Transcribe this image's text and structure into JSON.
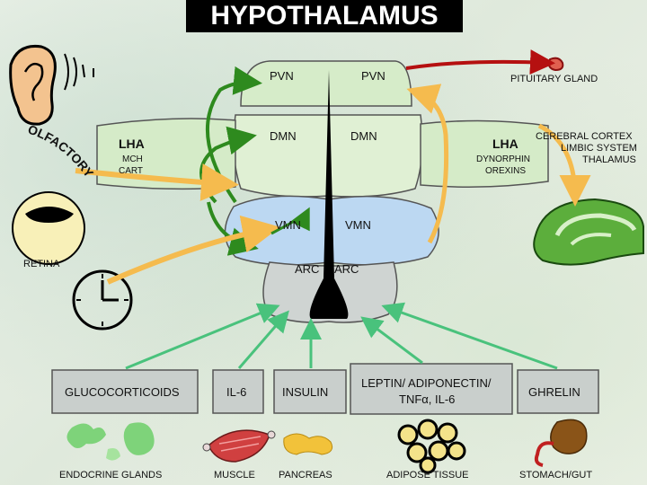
{
  "title": "HYPOTHALAMUS",
  "nuclei": {
    "pvn_left": "PVN",
    "pvn_right": "PVN",
    "dmn_left": "DMN",
    "dmn_right": "DMN",
    "vmn_left": "VMN",
    "vmn_right": "VMN",
    "arc_left": "ARC",
    "arc_right": "ARC"
  },
  "left_lha": {
    "title": "LHA",
    "line1": "MCH",
    "line2": "CART"
  },
  "right_lha": {
    "title": "LHA",
    "line1": "DYNORPHIN",
    "line2": "OREXINS"
  },
  "targets": {
    "pituitary": "PITUITARY GLAND",
    "cortex_line1": "CEREBRAL CORTEX",
    "cortex_line2": "LIMBIC SYSTEM",
    "cortex_line3": "THALAMUS"
  },
  "inputs": {
    "olfactory": "OLFACTORY",
    "retina": "RETINA"
  },
  "signals": {
    "glucocorticoids": "GLUCOCORTICOIDS",
    "il6": "IL-6",
    "insulin": "INSULIN",
    "leptin_line1": "LEPTIN/ ADIPONECTIN/",
    "leptin_line2": "TNFα, IL-6",
    "ghrelin": "GHRELIN"
  },
  "sources": {
    "endocrine": "ENDOCRINE GLANDS",
    "muscle": "MUSCLE",
    "pancreas": "PANCREAS",
    "adipose": "ADIPOSE TISSUE",
    "stomach": "STOMACH/GUT"
  },
  "colors": {
    "pvn": "#d6ecc9",
    "dmn": "#e0f0d4",
    "lha": "#d5ebc8",
    "vmn": "#bcd8f2",
    "arc": "#cfd4d2",
    "orange_arrow": "#f5bb4e",
    "green_arrow": "#2e8a1e",
    "light_green_arrow": "#49c27c",
    "red_arrow": "#b51010"
  }
}
